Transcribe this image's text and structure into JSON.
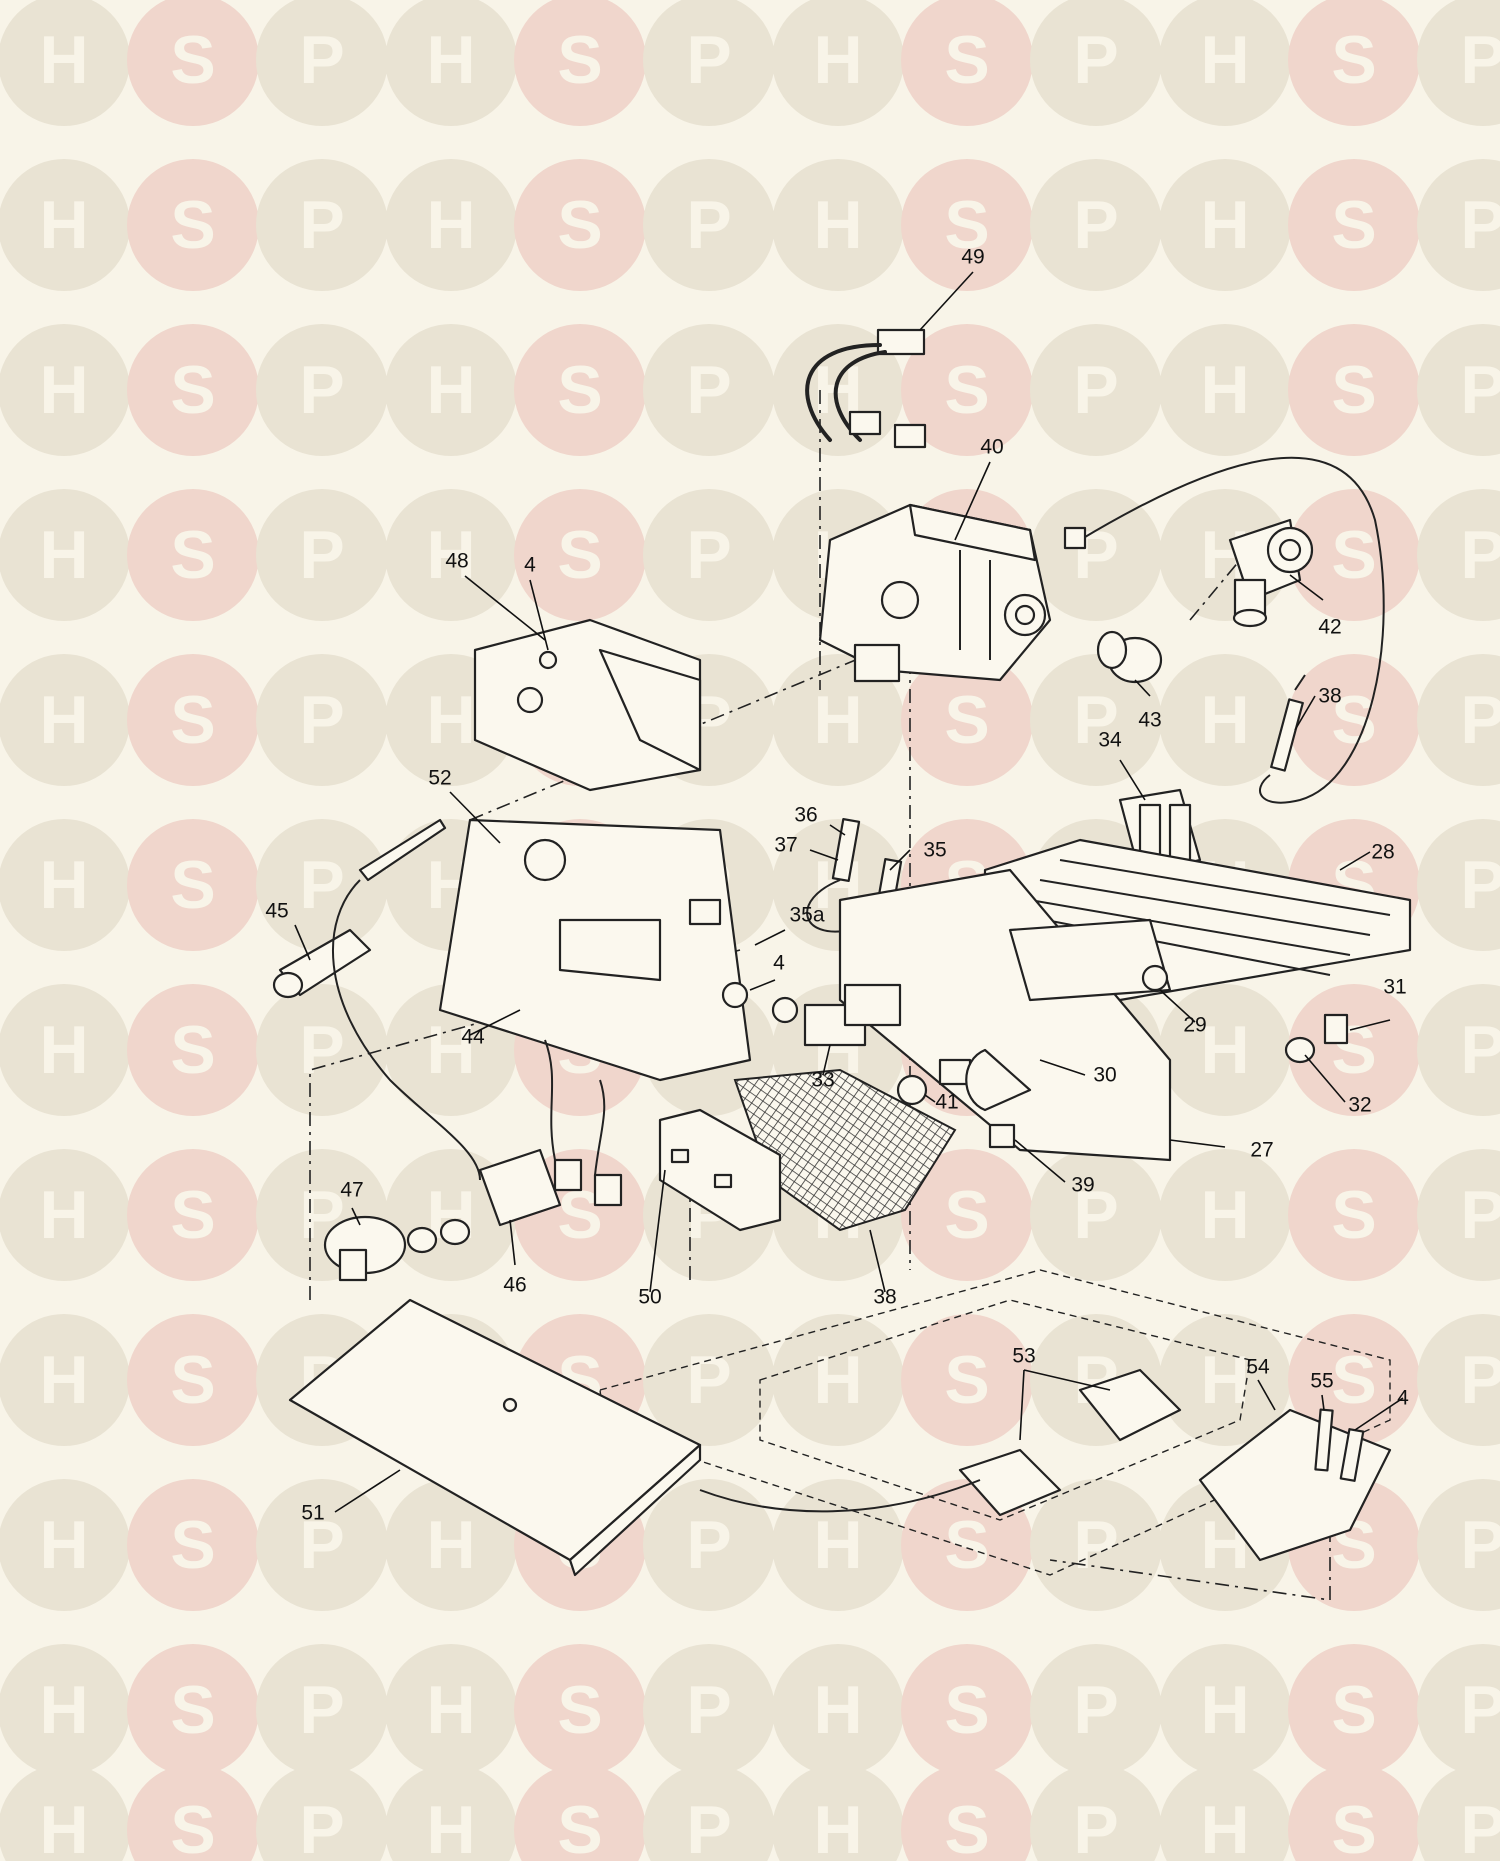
{
  "watermark": {
    "letters": [
      "H",
      "S",
      "P"
    ]
  },
  "callouts": [
    "49",
    "40",
    "42",
    "48",
    "4",
    "43",
    "38",
    "34",
    "52",
    "36",
    "37",
    "35",
    "28",
    "45",
    "35a",
    "4",
    "31",
    "29",
    "44",
    "33",
    "30",
    "41",
    "32",
    "27",
    "39",
    "47",
    "46",
    "50",
    "38",
    "53",
    "54",
    "55",
    "4",
    "51"
  ],
  "colors": {
    "ink": "#222222",
    "paper": "#f8f4e8",
    "watermark_grey": "#e9e3d3",
    "watermark_red": "#f0d6cc"
  }
}
